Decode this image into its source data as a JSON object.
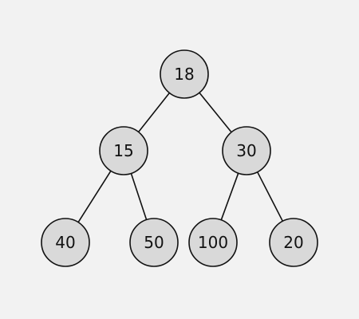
{
  "tree": {
    "nodes": [
      {
        "id": "n18",
        "label": "18"
      },
      {
        "id": "n15",
        "label": "15"
      },
      {
        "id": "n30",
        "label": "30"
      },
      {
        "id": "n40",
        "label": "40"
      },
      {
        "id": "n50",
        "label": "50"
      },
      {
        "id": "n100",
        "label": "100"
      },
      {
        "id": "n20",
        "label": "20"
      }
    ],
    "edges": [
      {
        "from": "n18",
        "to": "n15"
      },
      {
        "from": "n18",
        "to": "n30"
      },
      {
        "from": "n15",
        "to": "n40"
      },
      {
        "from": "n15",
        "to": "n50"
      },
      {
        "from": "n30",
        "to": "n100"
      },
      {
        "from": "n30",
        "to": "n20"
      }
    ]
  },
  "colors": {
    "background": "#f2f2f2",
    "node_fill": "#d9d9d9",
    "stroke": "#111111"
  }
}
